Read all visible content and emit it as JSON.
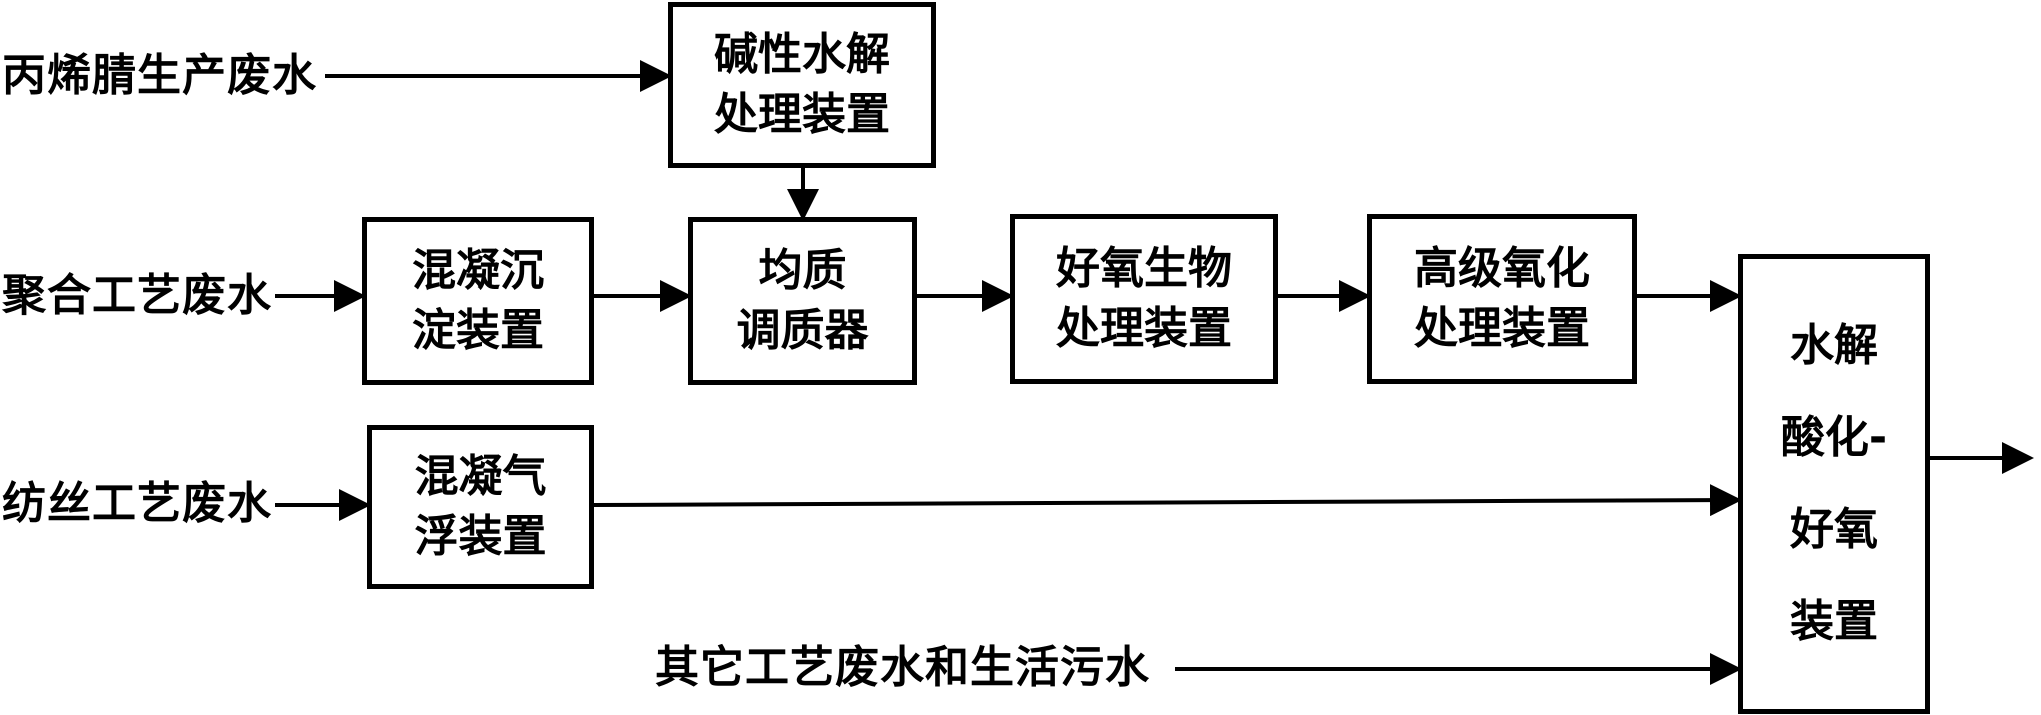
{
  "inputs": {
    "acrylonitrile": "丙烯腈生产废水",
    "polymerization": "聚合工艺废水",
    "spinning": "纺丝工艺废水",
    "other": "其它工艺废水和生活污水"
  },
  "boxes": {
    "alkaline_hydrolysis": [
      "碱性水解",
      "处理装置"
    ],
    "coagulation_sedimentation": [
      "混凝沉",
      "淀装置"
    ],
    "homogenizer": [
      "均质",
      "调质器"
    ],
    "aerobic_bio": [
      "好氧生物",
      "处理装置"
    ],
    "advanced_oxidation": [
      "高级氧化",
      "处理装置"
    ],
    "coagulation_flotation": [
      "混凝气",
      "浮装置"
    ],
    "hydrolysis_aerobic": [
      "水解",
      "酸化-",
      "好氧",
      "装置"
    ]
  }
}
